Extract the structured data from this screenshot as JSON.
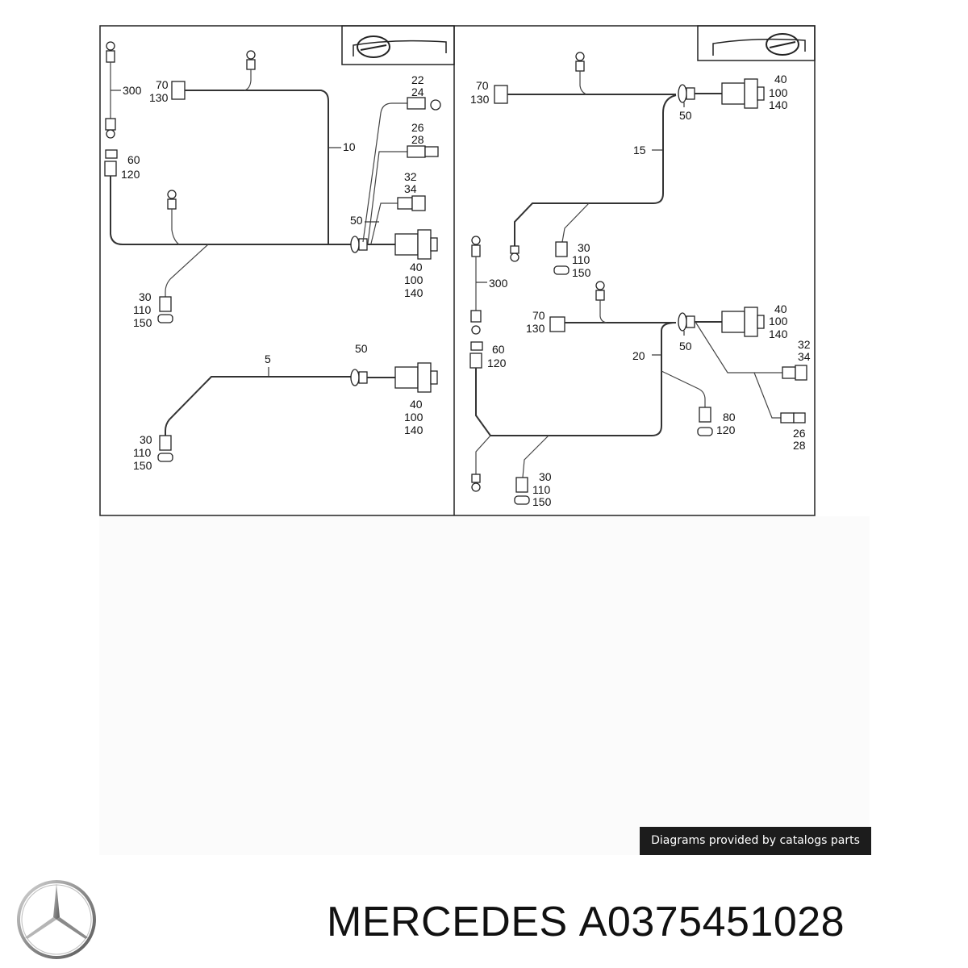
{
  "panels": {
    "left": {
      "labels": {
        "l300": "300",
        "l70": "70",
        "l130": "130",
        "l10": "10",
        "l22": "22",
        "l24": "24",
        "l26": "26",
        "l28": "28",
        "l32": "32",
        "l34": "34",
        "l60": "60",
        "l120": "120",
        "l50a": "50",
        "l40a": "40",
        "l100a": "100",
        "l140a": "140",
        "l30a": "30",
        "l110a": "110",
        "l150a": "150",
        "l5": "5",
        "l50b": "50",
        "l40b": "40",
        "l100b": "100",
        "l140b": "140",
        "l30b": "30",
        "l110b": "110",
        "l150b": "150"
      }
    },
    "right": {
      "labels": {
        "l70a": "70",
        "l130a": "130",
        "l40a": "40",
        "l100a": "100",
        "l140a": "140",
        "l50a": "50",
        "l15": "15",
        "l30a": "30",
        "l110a": "110",
        "l150a": "150",
        "l300": "300",
        "l70b": "70",
        "l130b": "130",
        "l40b": "40",
        "l100b": "100",
        "l140b": "140",
        "l50b": "50",
        "l32": "32",
        "l34": "34",
        "l60": "60",
        "l120a": "120",
        "l20": "20",
        "l80": "80",
        "l120b": "120",
        "l26": "26",
        "l28": "28",
        "l30b": "30",
        "l110b": "110",
        "l150b": "150"
      }
    }
  },
  "credit": "Diagrams provided by catalogs parts",
  "caption": {
    "brand": "MERCEDES",
    "part_number": "A0375451028"
  }
}
